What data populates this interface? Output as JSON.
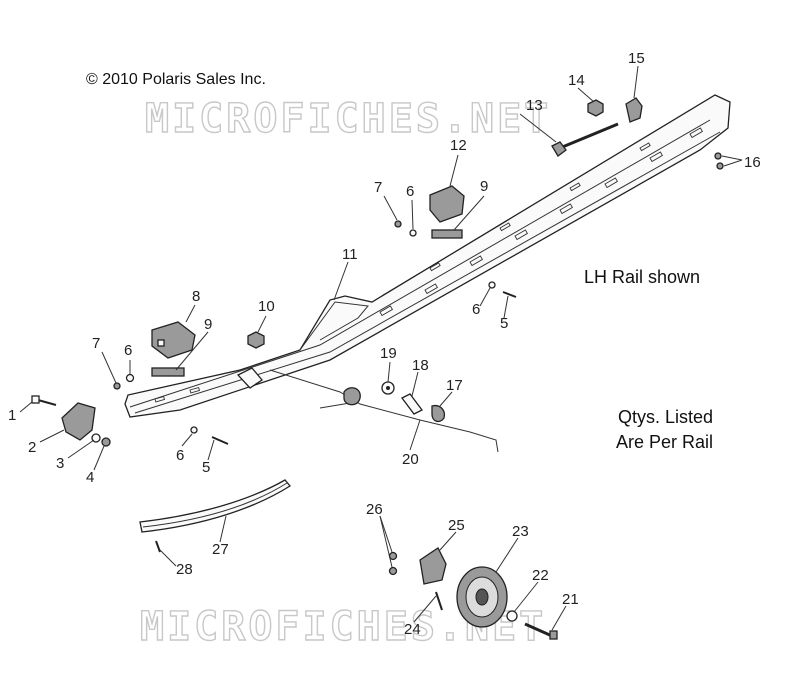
{
  "copyright": "© 2010 Polaris Sales Inc.",
  "watermark": "MICROFICHES.NET",
  "notes": {
    "rail_shown": "LH Rail shown",
    "qty_line1": "Qtys. Listed",
    "qty_line2": "Are Per Rail"
  },
  "callouts": {
    "c1": "1",
    "c2": "2",
    "c3": "3",
    "c4": "4",
    "c5a": "5",
    "c5b": "5",
    "c6a": "6",
    "c6b": "6",
    "c6c": "6",
    "c6d": "6",
    "c7a": "7",
    "c7b": "7",
    "c8": "8",
    "c9a": "9",
    "c9b": "9",
    "c10": "10",
    "c11": "11",
    "c12": "12",
    "c13": "13",
    "c14": "14",
    "c15": "15",
    "c16": "16",
    "c17": "17",
    "c18": "18",
    "c19": "19",
    "c20": "20",
    "c21": "21",
    "c22": "22",
    "c23": "23",
    "c24": "24",
    "c25": "25",
    "c26": "26",
    "c27": "27",
    "c28": "28"
  }
}
